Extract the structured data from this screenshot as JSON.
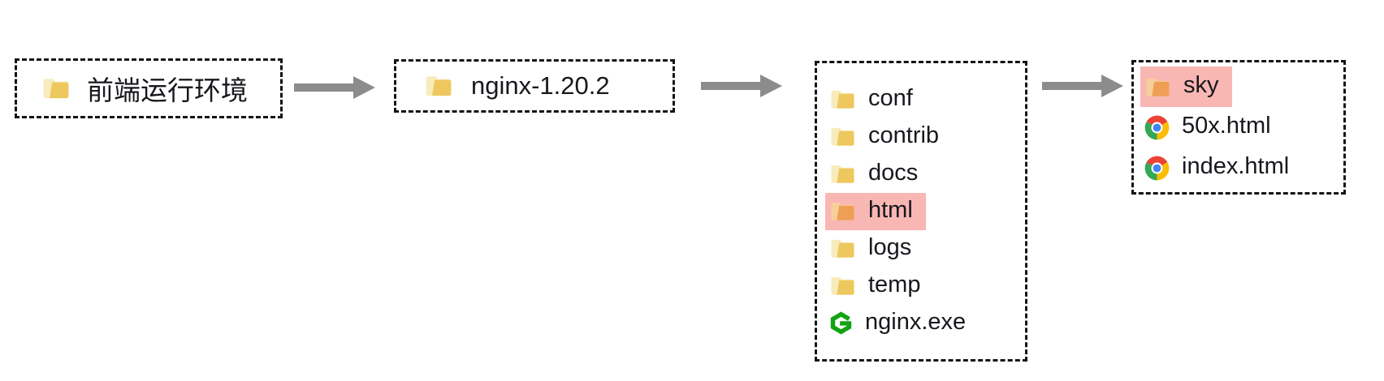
{
  "flow": {
    "box1": {
      "icon": "folder",
      "label": "前端运行环境"
    },
    "box2": {
      "icon": "folder",
      "label": "nginx-1.20.2"
    },
    "box3": {
      "items": [
        {
          "icon": "folder",
          "label": "conf",
          "highlighted": false
        },
        {
          "icon": "folder",
          "label": "contrib",
          "highlighted": false
        },
        {
          "icon": "folder",
          "label": "docs",
          "highlighted": false
        },
        {
          "icon": "folder",
          "label": "html",
          "highlighted": true
        },
        {
          "icon": "folder",
          "label": "logs",
          "highlighted": false
        },
        {
          "icon": "folder",
          "label": "temp",
          "highlighted": false
        },
        {
          "icon": "nginx",
          "label": "nginx.exe",
          "highlighted": false
        }
      ]
    },
    "box4": {
      "items": [
        {
          "icon": "folder",
          "label": "sky",
          "highlighted": true
        },
        {
          "icon": "chrome",
          "label": "50x.html",
          "highlighted": false
        },
        {
          "icon": "chrome",
          "label": "index.html",
          "highlighted": false
        }
      ]
    }
  },
  "colors": {
    "border": "#141414",
    "text": "#17171d",
    "highlight": "#f8b7b3",
    "arrow": "#8c8c8c",
    "folder_front": "#eec85e",
    "folder_back": "#f8ebbc",
    "folder_front_highlighted": "#ef9f55",
    "nginx_green": "#12a312",
    "chrome_red": "#ea4335",
    "chrome_yellow": "#fbbc05",
    "chrome_green": "#34a853",
    "chrome_blue": "#4285f4"
  }
}
